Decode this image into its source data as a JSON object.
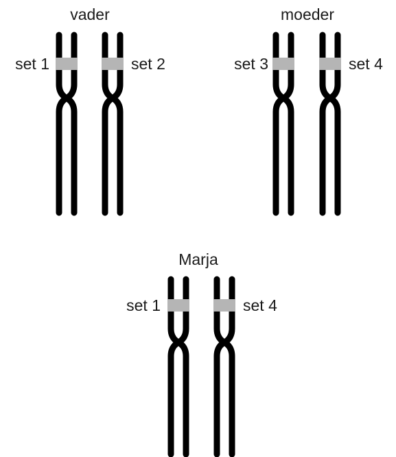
{
  "colors": {
    "strand": "#000000",
    "band": "#b5b5b5",
    "label": "#1a1a1a",
    "background": "#ffffff"
  },
  "groups": [
    {
      "title": "vader",
      "left_set": "set 1",
      "right_set": "set 2"
    },
    {
      "title": "moeder",
      "left_set": "set 3",
      "right_set": "set 4"
    },
    {
      "title": "Marja",
      "left_set": "set 1",
      "right_set": "set 4"
    }
  ]
}
